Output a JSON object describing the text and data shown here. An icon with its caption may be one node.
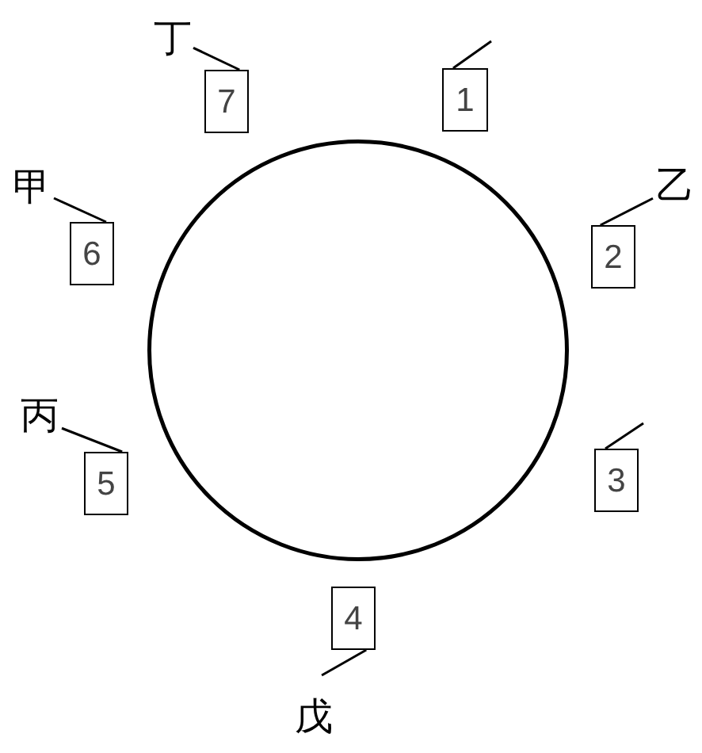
{
  "diagram": {
    "nodes": [
      {
        "text": [
          "丁"
        ]
      },
      {
        "text": [
          "7"
        ]
      },
      {
        "text": [
          "1"
        ]
      },
      {
        "text": [
          "甲"
        ]
      },
      {
        "text": [
          "乙"
        ]
      },
      {
        "text": [
          "6"
        ]
      },
      {
        "text": [
          "2"
        ]
      },
      {
        "text": [],
        "shape": "circle"
      },
      {
        "text": [
          "丙"
        ]
      },
      {
        "text": [
          "3"
        ]
      },
      {
        "text": [
          "5"
        ]
      },
      {
        "text": [
          "4"
        ]
      },
      {
        "text": [
          "戊"
        ]
      }
    ],
    "edges": [
      {
        "from": 0,
        "to": 1,
        "arrow": "none"
      },
      {
        "from": null,
        "to": 2,
        "arrow": "none"
      },
      {
        "from": 3,
        "to": 5,
        "arrow": "none"
      },
      {
        "from": 4,
        "to": 6,
        "arrow": "none"
      },
      {
        "from": null,
        "to": 9,
        "arrow": "none"
      },
      {
        "from": 8,
        "to": 10,
        "arrow": "none"
      },
      {
        "from": 12,
        "to": 11,
        "arrow": "none"
      }
    ]
  }
}
